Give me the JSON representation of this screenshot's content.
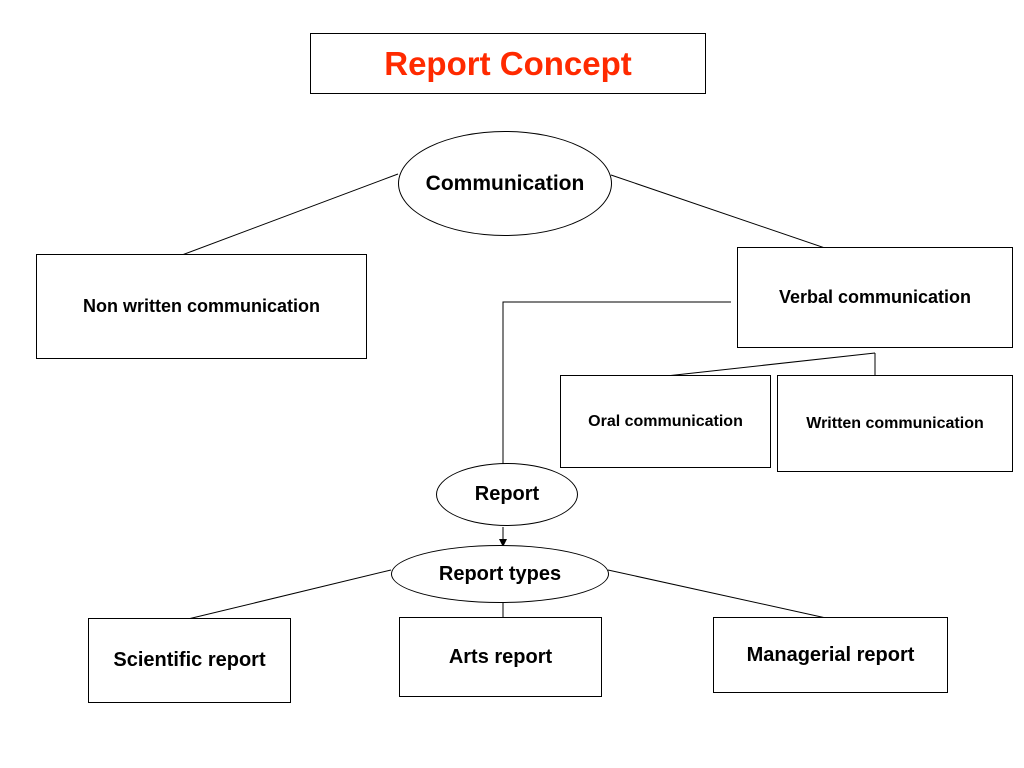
{
  "title": {
    "text": "Report Concept",
    "color": "#ff2a00"
  },
  "nodes": {
    "communication": "Communication",
    "non_written": "Non written communication",
    "verbal": "Verbal communication",
    "oral": "Oral communication",
    "written": "Written communication",
    "report": "Report",
    "report_types": "Report types",
    "scientific": "Scientific report",
    "arts": "Arts report",
    "managerial": "Managerial report"
  }
}
